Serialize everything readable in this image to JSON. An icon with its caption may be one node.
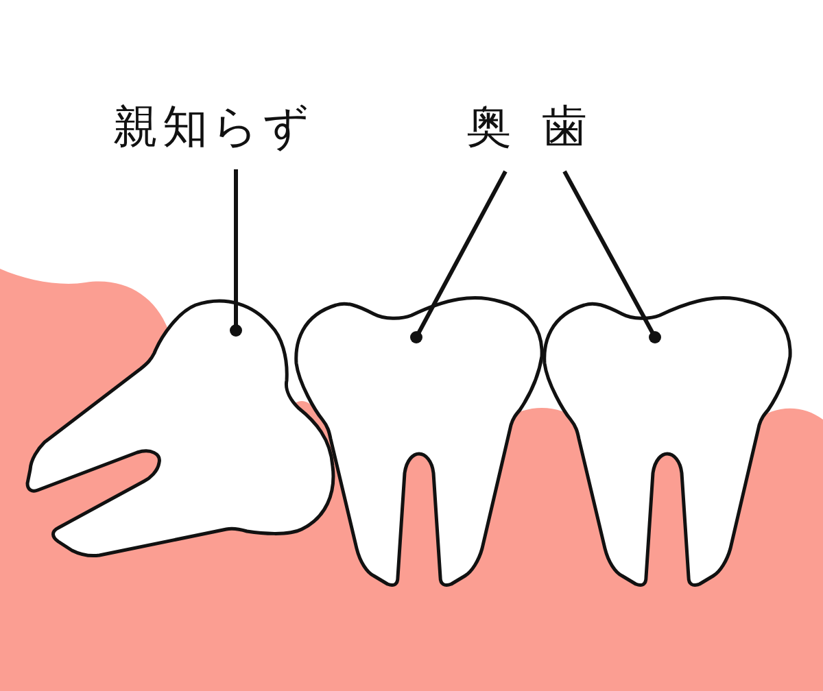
{
  "diagram": {
    "nodes": [
      {
        "text": [
          "親知らず"
        ]
      },
      {
        "text": [],
        "shape": "picture"
      },
      {
        "text": [
          "奥歯"
        ]
      },
      {
        "text": [],
        "shape": "picture"
      },
      {
        "text": [],
        "shape": "picture"
      }
    ],
    "edges": [
      {
        "from": 0,
        "to": 1,
        "arrow": "other"
      },
      {
        "from": 2,
        "to": 3,
        "arrow": "other"
      },
      {
        "from": 2,
        "to": 4,
        "arrow": "other"
      }
    ]
  }
}
